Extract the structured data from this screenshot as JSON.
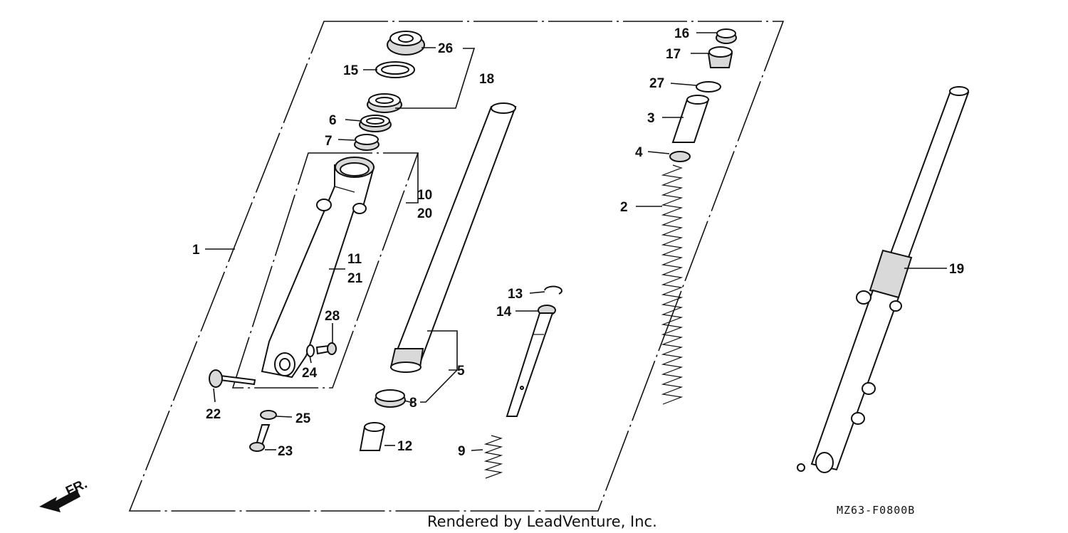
{
  "diagram": {
    "callouts": [
      {
        "id": "c1",
        "text": "1"
      },
      {
        "id": "c2",
        "text": "2"
      },
      {
        "id": "c3",
        "text": "3"
      },
      {
        "id": "c4",
        "text": "4"
      },
      {
        "id": "c5",
        "text": "5"
      },
      {
        "id": "c6",
        "text": "6"
      },
      {
        "id": "c7",
        "text": "7"
      },
      {
        "id": "c8",
        "text": "8"
      },
      {
        "id": "c9",
        "text": "9"
      },
      {
        "id": "c10",
        "text": "10"
      },
      {
        "id": "c11",
        "text": "11"
      },
      {
        "id": "c12",
        "text": "12"
      },
      {
        "id": "c13",
        "text": "13"
      },
      {
        "id": "c14",
        "text": "14"
      },
      {
        "id": "c15",
        "text": "15"
      },
      {
        "id": "c16",
        "text": "16"
      },
      {
        "id": "c17",
        "text": "17"
      },
      {
        "id": "c18",
        "text": "18"
      },
      {
        "id": "c19",
        "text": "19"
      },
      {
        "id": "c20",
        "text": "20"
      },
      {
        "id": "c21",
        "text": "21"
      },
      {
        "id": "c22",
        "text": "22"
      },
      {
        "id": "c23",
        "text": "23"
      },
      {
        "id": "c24",
        "text": "24"
      },
      {
        "id": "c25",
        "text": "25"
      },
      {
        "id": "c26",
        "text": "26"
      },
      {
        "id": "c27",
        "text": "27"
      },
      {
        "id": "c28",
        "text": "28"
      }
    ],
    "direction_label": "FR.",
    "diagram_code": "MZ63-F0800B",
    "credit": "Rendered by LeadVenture, Inc."
  }
}
